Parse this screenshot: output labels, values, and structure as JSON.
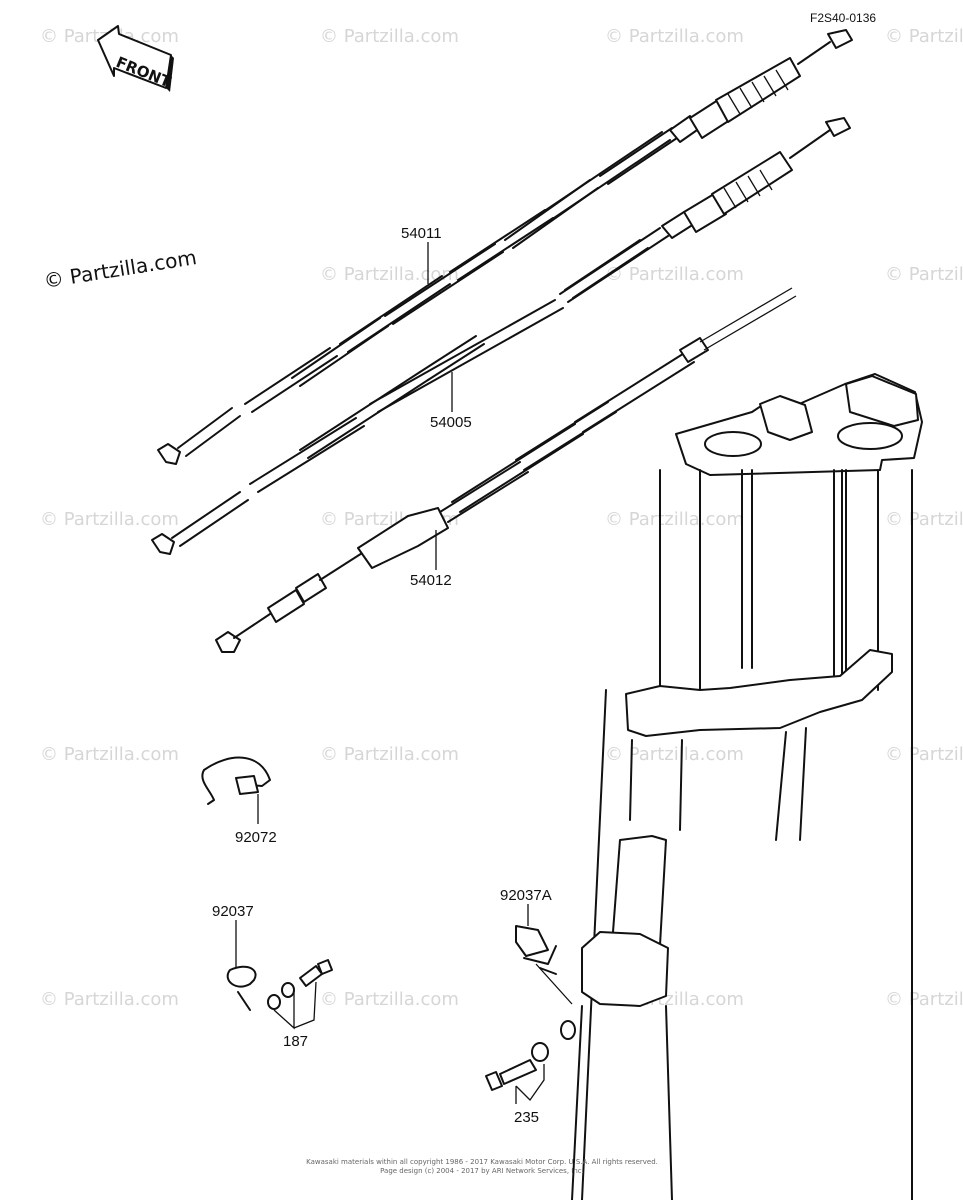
{
  "reference_code": "F2S40-0136",
  "front_label": "FRONT",
  "watermark": "© Partzilla.com",
  "parts": {
    "p54011": "54011",
    "p54005": "54005",
    "p54012": "54012",
    "p92072": "92072",
    "p92037": "92037",
    "p92037A": "92037A",
    "p187": "187",
    "p235": "235"
  },
  "footer": {
    "line1": "Kawasaki materials within all copyright 1986 - 2017 Kawasaki Motor Corp. U.S.A. All rights reserved.",
    "line2": "Page design (c) 2004 - 2017 by ARI Network Services, Inc."
  }
}
